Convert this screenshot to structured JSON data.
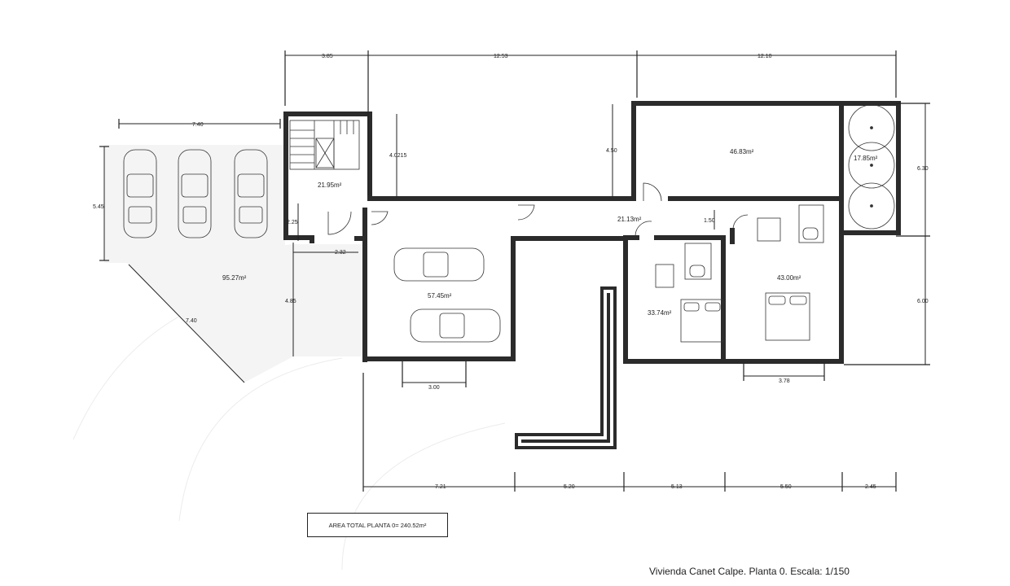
{
  "title": "Vivienda Canet Calpe. Planta 0. Escala: 1/150",
  "total_area": "AREA TOTAL PLANTA 0= 240.52m²",
  "areas": {
    "stairs": "21.95m²",
    "patio": "95.27m²",
    "garage": "57.45m²",
    "hall": "21.13m²",
    "living": "46.83m²",
    "tanks": "17.85m²",
    "bedroom1": "33.74m²",
    "bedroom2": "43.00m²"
  },
  "dims": {
    "top1": "3.85",
    "top2": "12.53",
    "top3": "12.10",
    "parking_w": "7.40",
    "parking_h": "5.45",
    "stair_h": "4.0215",
    "living_h": "4.50",
    "right_top": "6.30",
    "right_bottom": "6.00",
    "left_small": "2.25",
    "left_w": "2.32",
    "left_h": "4.85",
    "diag": "7.40",
    "corridor": "1.50",
    "garage_door": "3.00",
    "bed_window": "3.78",
    "bot1": "7.21",
    "bot2": "5.20",
    "bot3": "5.13",
    "bot4": "5.50",
    "bot5": "2.45"
  }
}
